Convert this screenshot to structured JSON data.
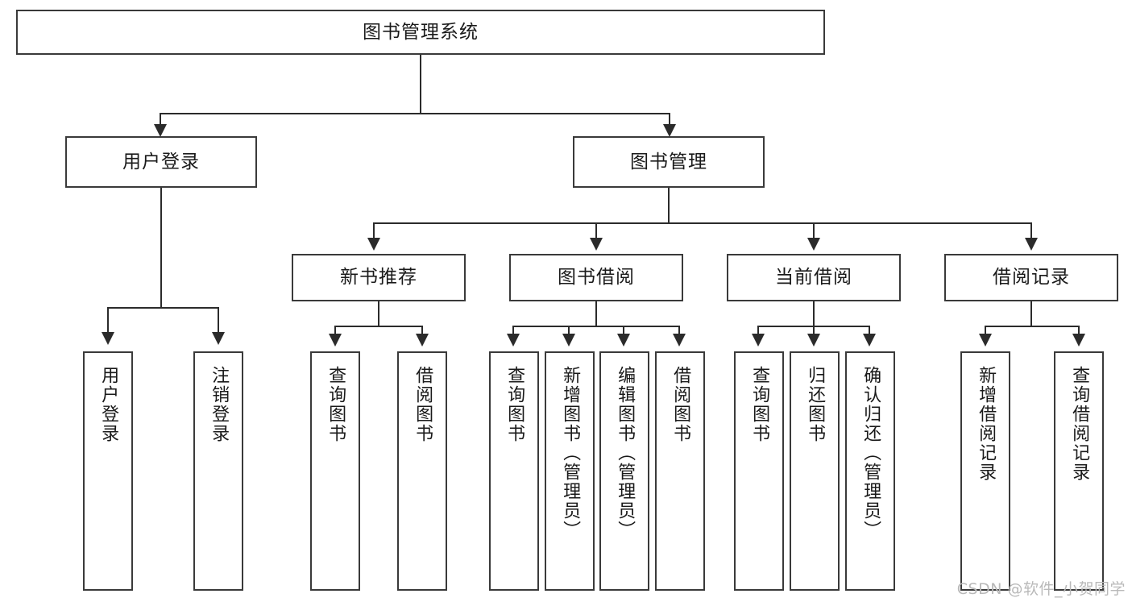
{
  "diagram": {
    "title_node": {
      "label": "图书管理系统"
    },
    "level2": [
      {
        "id": "user-login",
        "label": "用户登录"
      },
      {
        "id": "book-management",
        "label": "图书管理"
      }
    ],
    "level3": [
      {
        "id": "new-book-recommend",
        "label": "新书推荐"
      },
      {
        "id": "book-borrow",
        "label": "图书借阅"
      },
      {
        "id": "current-borrow",
        "label": "当前借阅"
      },
      {
        "id": "borrow-record",
        "label": "借阅记录"
      }
    ],
    "leaves": {
      "user_login": [
        {
          "id": "leaf-user-login",
          "label": "用户登录"
        },
        {
          "id": "leaf-logout-login",
          "label": "注销登录"
        }
      ],
      "new_book_recommend": [
        {
          "id": "leaf-query-book-1",
          "label": "查询图书"
        },
        {
          "id": "leaf-borrow-book-1",
          "label": "借阅图书"
        }
      ],
      "book_borrow": [
        {
          "id": "leaf-query-book-2",
          "label": "查询图书"
        },
        {
          "id": "leaf-add-book",
          "label": "新增图书（管理员）"
        },
        {
          "id": "leaf-edit-book",
          "label": "编辑图书（管理员）"
        },
        {
          "id": "leaf-borrow-book-2",
          "label": "借阅图书"
        }
      ],
      "current_borrow": [
        {
          "id": "leaf-query-book-3",
          "label": "查询图书"
        },
        {
          "id": "leaf-return-book",
          "label": "归还图书"
        },
        {
          "id": "leaf-confirm-return",
          "label": "确认归还（管理员）"
        }
      ],
      "borrow_record": [
        {
          "id": "leaf-add-record",
          "label": "新增借阅记录"
        },
        {
          "id": "leaf-query-record",
          "label": "查询借阅记录"
        }
      ]
    }
  },
  "watermark": {
    "text": "CSDN @软件_小贺同学"
  },
  "colors": {
    "box_border": "#3a3a3a",
    "line": "#2b2b2b",
    "text": "#1a1a1a",
    "background": "#ffffff",
    "watermark": "#b9b9b9"
  }
}
